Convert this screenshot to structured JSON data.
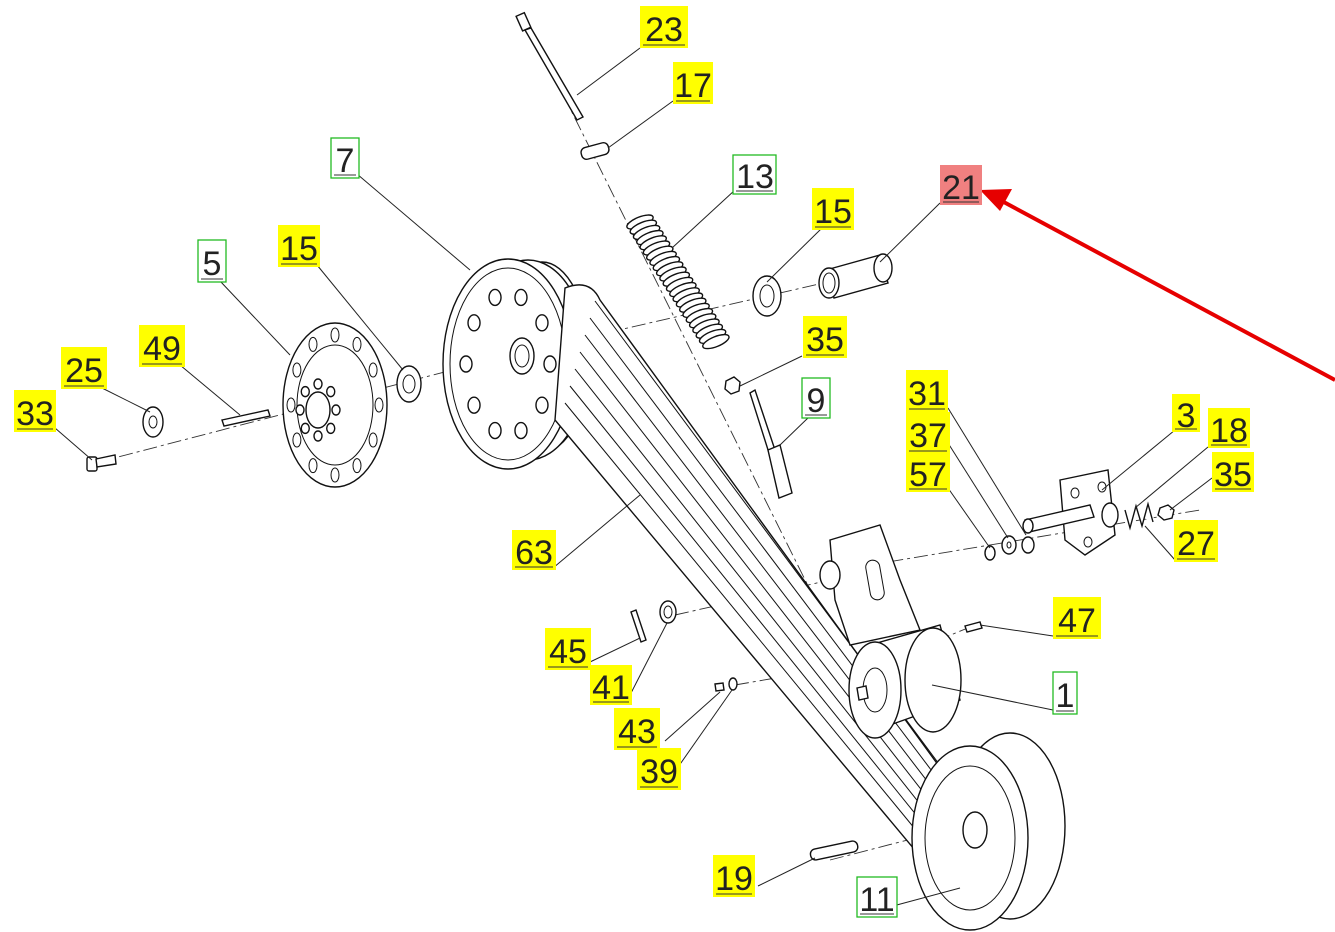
{
  "callouts": [
    {
      "id": "c23",
      "text": "23",
      "style": "yellow"
    },
    {
      "id": "c17",
      "text": "17",
      "style": "yellow"
    },
    {
      "id": "c7",
      "text": "7",
      "style": "green"
    },
    {
      "id": "c13",
      "text": "13",
      "style": "green"
    },
    {
      "id": "c15a",
      "text": "15",
      "style": "yellow"
    },
    {
      "id": "c21",
      "text": "21",
      "style": "red"
    },
    {
      "id": "c5",
      "text": "5",
      "style": "green"
    },
    {
      "id": "c15b",
      "text": "15",
      "style": "yellow"
    },
    {
      "id": "c49",
      "text": "49",
      "style": "yellow"
    },
    {
      "id": "c25",
      "text": "25",
      "style": "yellow"
    },
    {
      "id": "c33",
      "text": "33",
      "style": "yellow"
    },
    {
      "id": "c35a",
      "text": "35",
      "style": "yellow"
    },
    {
      "id": "c9",
      "text": "9",
      "style": "green"
    },
    {
      "id": "c31",
      "text": "31",
      "style": "yellow"
    },
    {
      "id": "c37",
      "text": "37",
      "style": "yellow"
    },
    {
      "id": "c57",
      "text": "57",
      "style": "yellow"
    },
    {
      "id": "c3",
      "text": "3",
      "style": "yellow"
    },
    {
      "id": "c18",
      "text": "18",
      "style": "yellow"
    },
    {
      "id": "c35b",
      "text": "35",
      "style": "yellow"
    },
    {
      "id": "c27",
      "text": "27",
      "style": "yellow"
    },
    {
      "id": "c63",
      "text": "63",
      "style": "yellow"
    },
    {
      "id": "c47",
      "text": "47",
      "style": "yellow"
    },
    {
      "id": "c45",
      "text": "45",
      "style": "yellow"
    },
    {
      "id": "c41",
      "text": "41",
      "style": "yellow"
    },
    {
      "id": "c1",
      "text": "1",
      "style": "green"
    },
    {
      "id": "c43",
      "text": "43",
      "style": "yellow"
    },
    {
      "id": "c39",
      "text": "39",
      "style": "yellow"
    },
    {
      "id": "c19",
      "text": "19",
      "style": "yellow"
    },
    {
      "id": "c11",
      "text": "11",
      "style": "green"
    }
  ],
  "colors": {
    "yellow_fill": "#ffff00",
    "green_border": "#22bb22",
    "red_fill": "#f08080",
    "arrow": "#e60000",
    "line": "#111111"
  }
}
